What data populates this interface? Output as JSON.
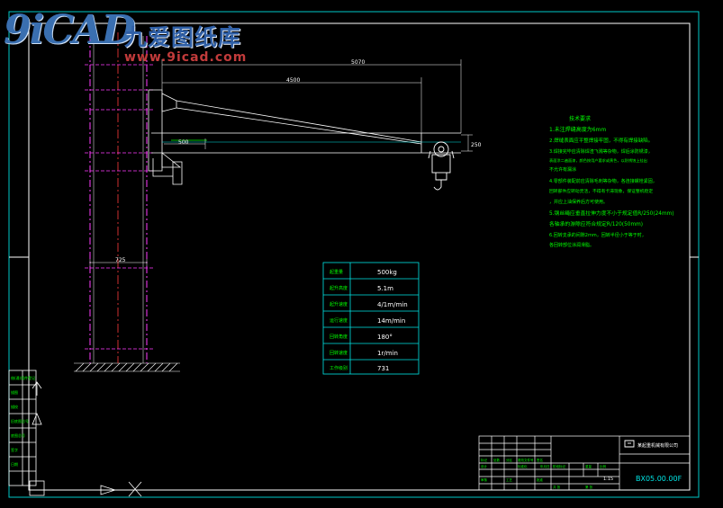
{
  "watermark": {
    "logo": "9iCAD",
    "site_name": "九爱图纸库",
    "url": "www.9icad.com"
  },
  "dimensions": {
    "total_span": "5070",
    "arm_length": "4500",
    "slot_length": "500",
    "hook_drop": "250",
    "base_width": "725"
  },
  "tech_requirements": {
    "title": "技术要求",
    "lines": [
      "1.未注焊缝高度为6mm",
      "2.焊缝表面应平整焊接牢固，不得有焊接缺陷。",
      "3.焊接完毕应清除焊渣飞溅等杂物，焊后涂防锈漆，",
      "表面涂二遍面漆，颜色按用户要求或黄色，以防锈蚀上挂出",
      "不允许有漏涂",
      "4.零部件装配前应清除毛刺等杂物，各连接螺栓紧固，",
      "回转部件应转动灵活，不得有卡滞现象，保证整机稳定",
      "，并应上油保养后方可使用。",
      "5.钢丝绳应垂直拉伸力度不小于规定值R/250(24mm)",
      "  各轴承的游隙应符合规定R/120(50mm)",
      "6.回转支承的间隙2mm，回转半径小于等于时，",
      "各回转部位涂润滑脂。"
    ]
  },
  "spec_table": {
    "rows": [
      {
        "label": "起重量",
        "value": "500kg"
      },
      {
        "label": "起升高度",
        "value": "5.1m"
      },
      {
        "label": "起升速度",
        "value": "4/1m/min"
      },
      {
        "label": "运行速度",
        "value": "14m/min"
      },
      {
        "label": "回转角度",
        "value": "180°"
      },
      {
        "label": "回转速度",
        "value": "1r/min"
      },
      {
        "label": "工作级别",
        "value": "731"
      }
    ]
  },
  "title_block": {
    "company": "某起重机械有限公司",
    "drawing_number": "BX05.00.00F",
    "scale": "1:15",
    "labels": [
      "标记",
      "处数",
      "分区",
      "更改文件号",
      "签名",
      "年月日",
      "设计",
      "标准化",
      "阶段标记",
      "重量",
      "比例",
      "审核",
      "工艺",
      "批准",
      "共 张",
      "第 张"
    ]
  },
  "side_panel": {
    "labels": [
      "借(通)用件登记",
      "描图",
      "描校",
      "旧底图总号",
      "底图总号",
      "签字",
      "日期"
    ]
  },
  "colors": {
    "background": "#000000",
    "border": "#00c8c8",
    "text_green": "#00ff00",
    "magenta": "#ff3cff",
    "white": "#ffffff",
    "cyan": "#00e5e5"
  }
}
